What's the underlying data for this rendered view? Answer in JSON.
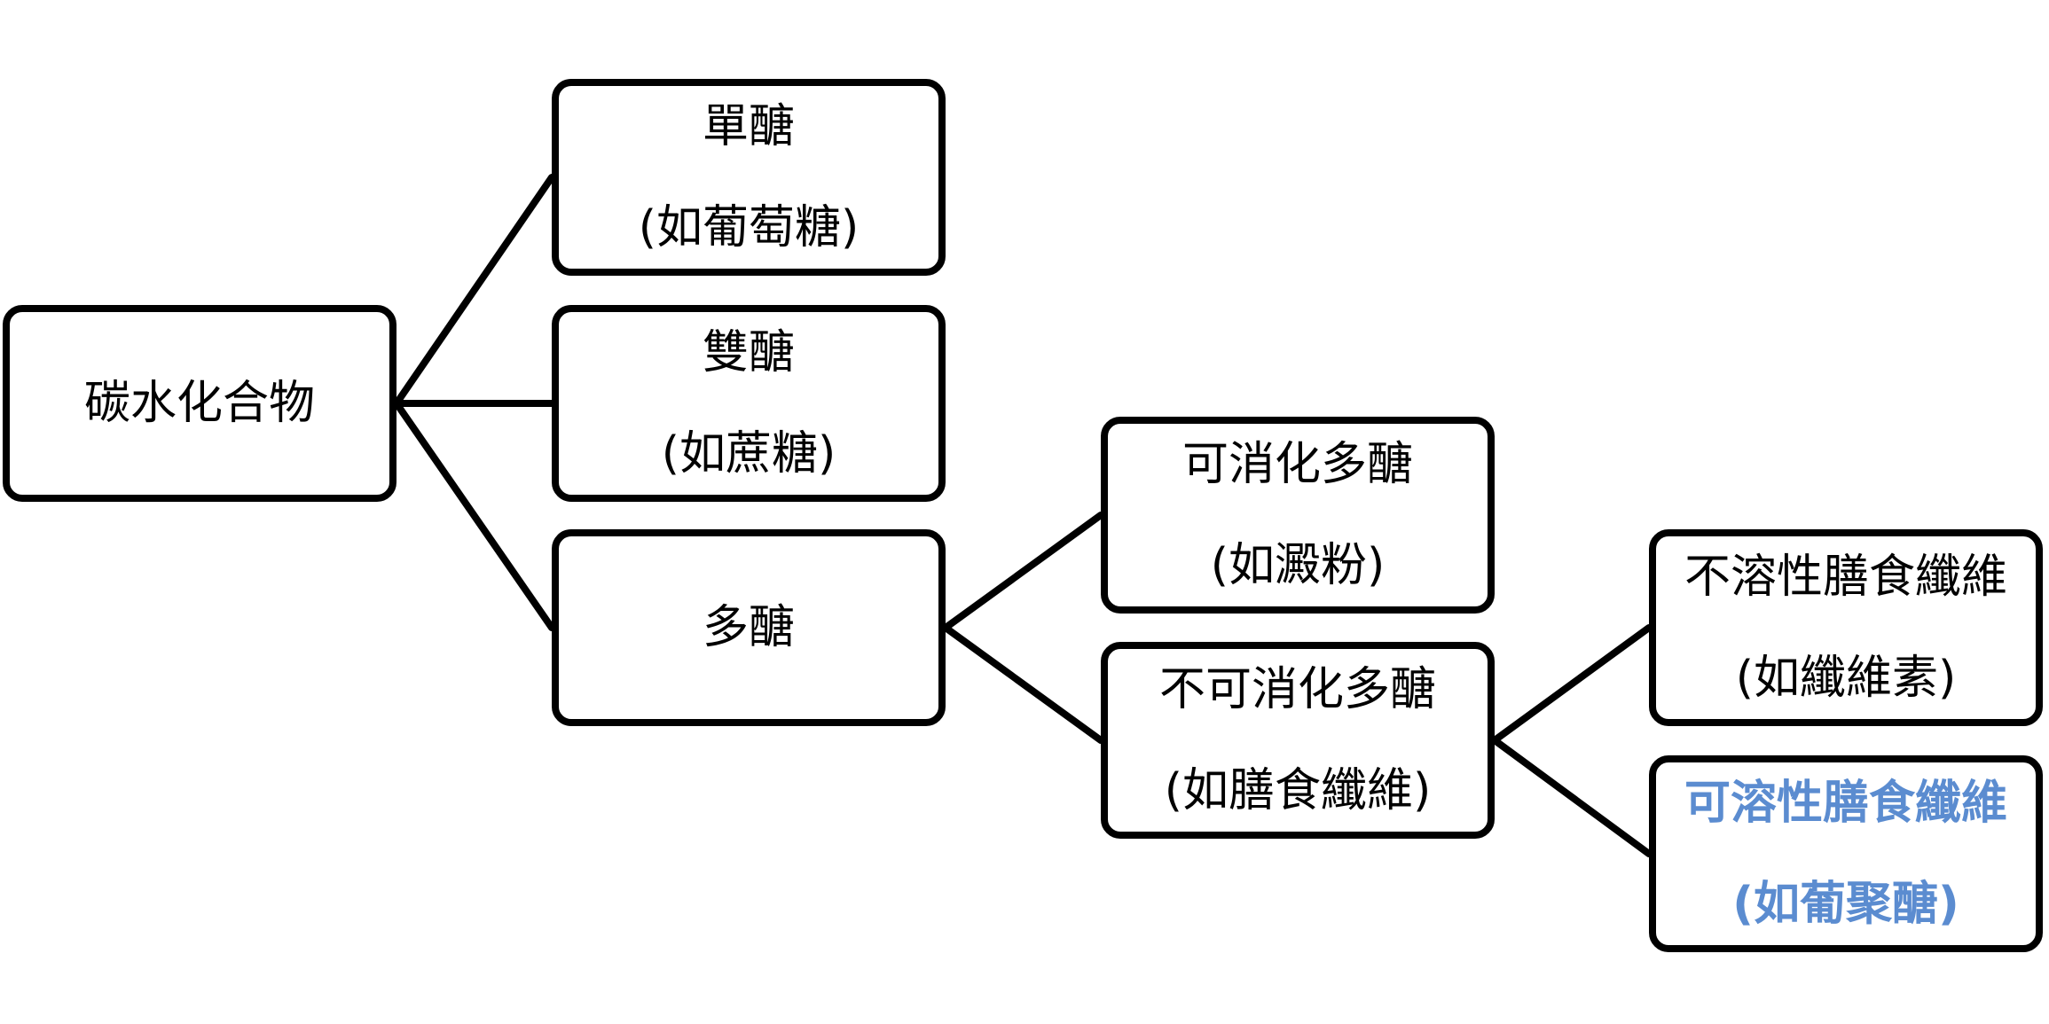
{
  "colors": {
    "stroke": "#000000",
    "text": "#000000",
    "highlight_text": "#5b8cd0",
    "background": "#ffffff"
  },
  "nodes": {
    "carbohydrate": {
      "lines": [
        "碳水化合物"
      ]
    },
    "monosaccharide": {
      "lines": [
        "單醣",
        "(如葡萄糖)"
      ]
    },
    "disaccharide": {
      "lines": [
        "雙醣",
        "(如蔗糖)"
      ]
    },
    "polysaccharide": {
      "lines": [
        "多醣"
      ]
    },
    "digestible_polysaccharide": {
      "lines": [
        "可消化多醣",
        "(如澱粉)"
      ]
    },
    "indigestible_polysaccharide": {
      "lines": [
        "不可消化多醣",
        "(如膳食纖維)"
      ]
    },
    "insoluble_fiber": {
      "lines": [
        "不溶性膳食纖維",
        "(如纖維素)"
      ]
    },
    "soluble_fiber": {
      "lines": [
        "可溶性膳食纖維",
        "(如葡聚醣)"
      ],
      "highlighted": true
    }
  },
  "edges": [
    {
      "from": "carbohydrate",
      "to": "monosaccharide"
    },
    {
      "from": "carbohydrate",
      "to": "disaccharide"
    },
    {
      "from": "carbohydrate",
      "to": "polysaccharide"
    },
    {
      "from": "polysaccharide",
      "to": "digestible_polysaccharide"
    },
    {
      "from": "polysaccharide",
      "to": "indigestible_polysaccharide"
    },
    {
      "from": "indigestible_polysaccharide",
      "to": "insoluble_fiber"
    },
    {
      "from": "indigestible_polysaccharide",
      "to": "soluble_fiber"
    }
  ]
}
